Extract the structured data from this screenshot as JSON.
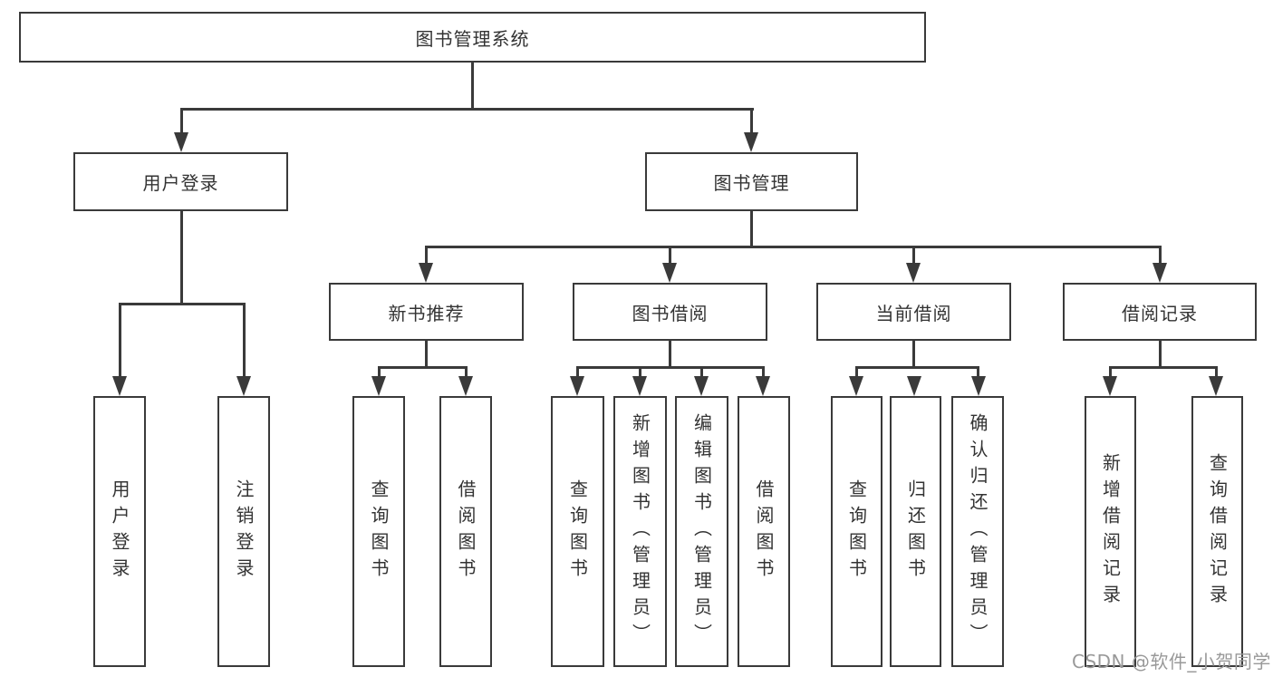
{
  "tree": {
    "root": {
      "label": "图书管理系统"
    },
    "login": {
      "label": "用户登录",
      "children": [
        {
          "label": "用户登录"
        },
        {
          "label": "注销登录"
        }
      ]
    },
    "management": {
      "label": "图书管理",
      "children": [
        {
          "label": "新书推荐",
          "children": [
            {
              "label": "查询图书"
            },
            {
              "label": "借阅图书"
            }
          ]
        },
        {
          "label": "图书借阅",
          "children": [
            {
              "label": "查询图书"
            },
            {
              "label": "新增图书（管理员）"
            },
            {
              "label": "编辑图书（管理员）"
            },
            {
              "label": "借阅图书"
            }
          ]
        },
        {
          "label": "当前借阅",
          "children": [
            {
              "label": "查询图书"
            },
            {
              "label": "归还图书"
            },
            {
              "label": "确认归还（管理员）"
            }
          ]
        },
        {
          "label": "借阅记录",
          "children": [
            {
              "label": "新增借阅记录"
            },
            {
              "label": "查询借阅记录"
            }
          ]
        }
      ]
    }
  },
  "watermark": "CSDN @软件_小贺同学",
  "colors": {
    "line": "#3a3a3a",
    "text": "#333333",
    "background": "#ffffff",
    "watermark": "#999999"
  }
}
